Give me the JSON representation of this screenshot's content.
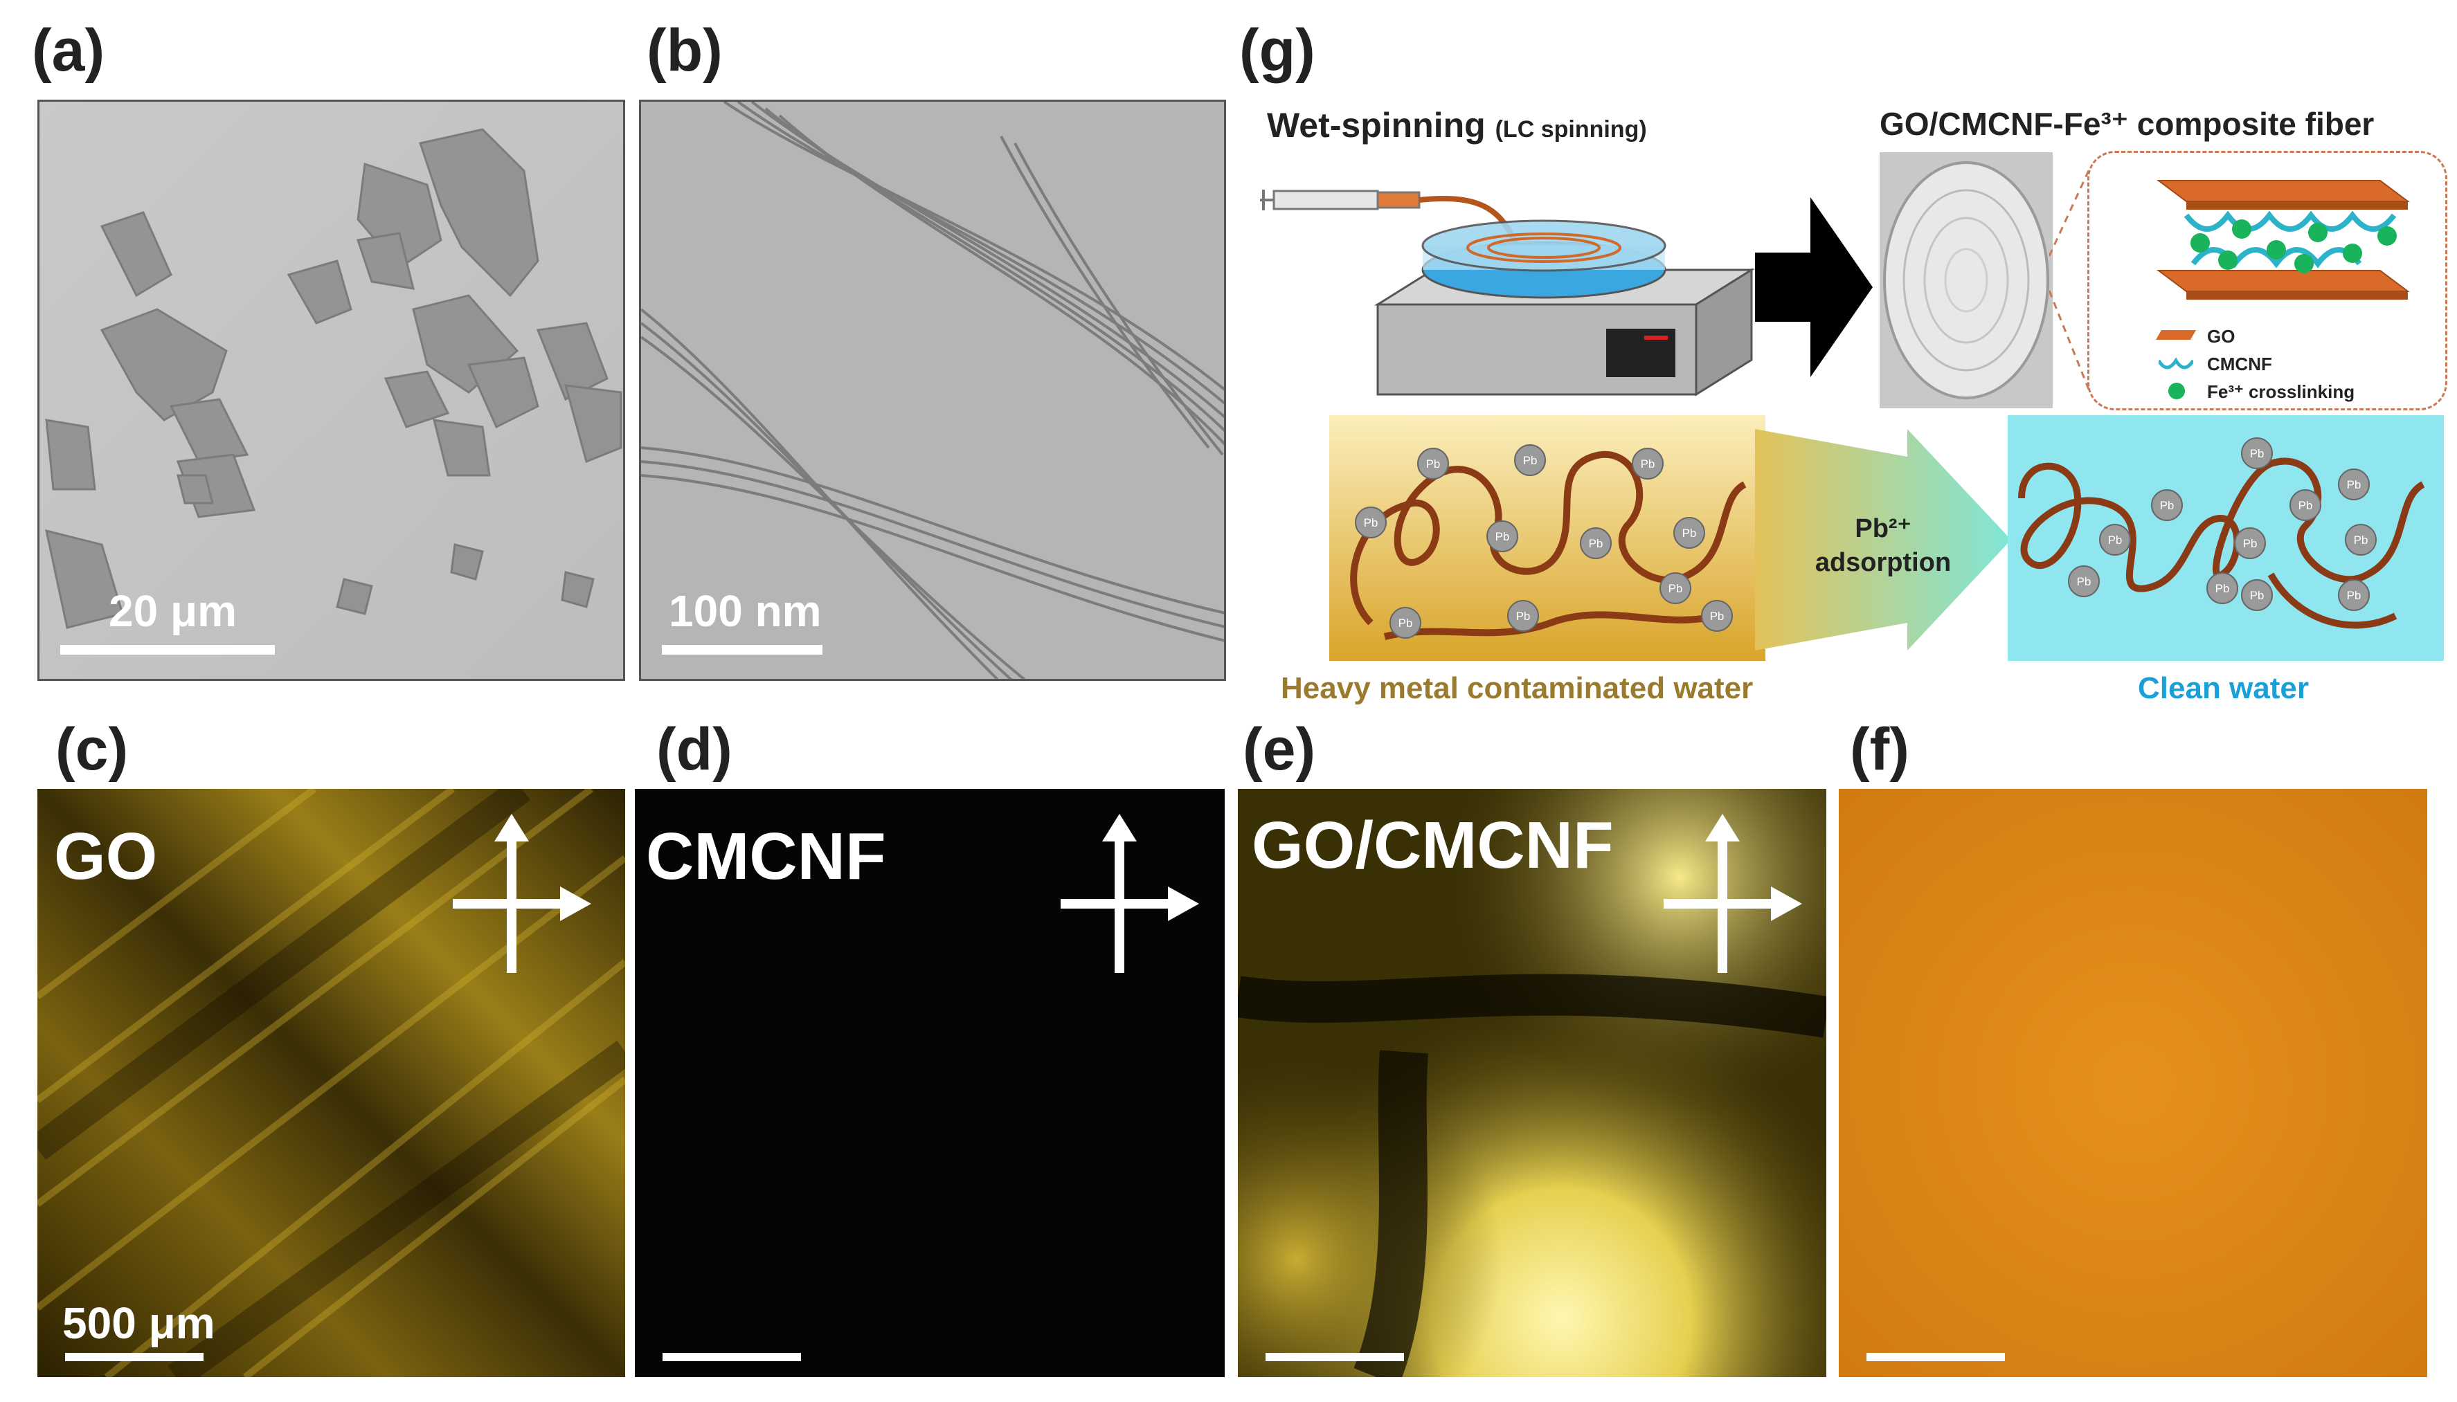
{
  "figure": {
    "labels": {
      "a": "(a)",
      "b": "(b)",
      "c": "(c)",
      "d": "(d)",
      "e": "(e)",
      "f": "(f)",
      "g": "(g)"
    },
    "panel_a": {
      "scale_text": "20 μm"
    },
    "panel_b": {
      "scale_text": "100 nm"
    },
    "panel_c": {
      "title": "GO",
      "scale_text": "500 μm"
    },
    "panel_d": {
      "title": "CMCNF"
    },
    "panel_e": {
      "title": "GO/CMCNF"
    },
    "panel_g": {
      "wet_spinning": "Wet-spinning",
      "lc_spinning": "(LC spinning)",
      "composite_title": "GO/CMCNF-Fe³⁺ composite fiber",
      "legend": {
        "go": "GO",
        "cmcnf": "CMCNF",
        "fe": "Fe³⁺ crosslinking"
      },
      "adsorption_line1": "Pb²⁺",
      "adsorption_line2": "adsorption",
      "contaminated_caption": "Heavy metal contaminated water",
      "clean_caption": "Clean water",
      "pb_label": "Pb"
    },
    "colors": {
      "fiber": "#8b3a16",
      "clean_bg": "#8fe6ef",
      "contaminated_caption": "#9a7a2c",
      "clean_caption": "#1aa0d8",
      "go_sheet": "#d96a2a",
      "cmcnf": "#2db3c9",
      "fe": "#18b35a"
    }
  }
}
